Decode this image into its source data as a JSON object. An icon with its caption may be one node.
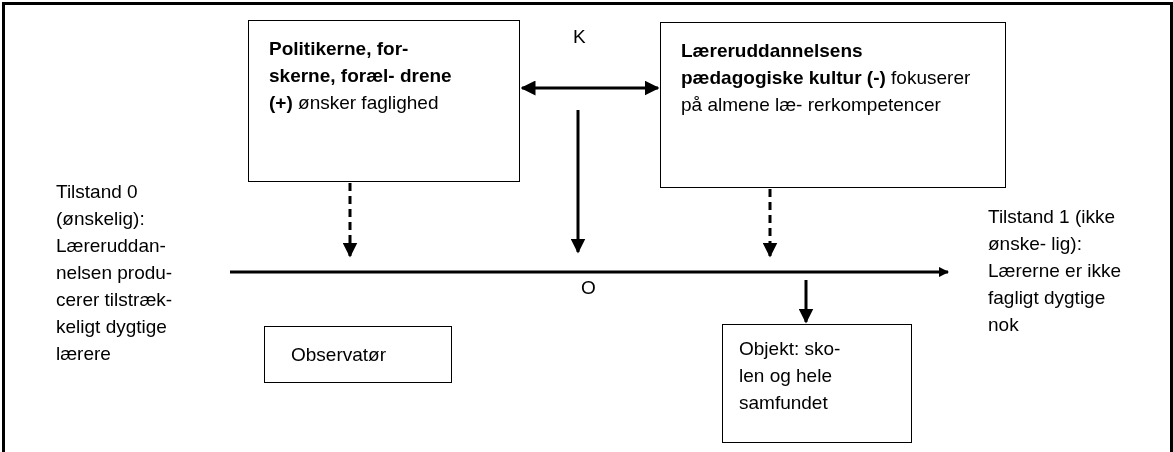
{
  "diagram": {
    "nodes": [
      {
        "text": [
          "**Politikerne, for- skerne, foræl- drene (+)** ønsker faglighed"
        ]
      },
      {
        "text": [
          "**Læreruddannelsens pædagogiske kultur (-)** fokuserer på almene læ- rerkompetencer"
        ]
      },
      {
        "text": [
          "Tilstand 0 (ønskelig): Læreruddan- nelsen produ- cerer tilstræk- keligt dygtige lærere"
        ]
      },
      {
        "text": [
          "Tilstand 1 (ikke ønske- lig): Lærerne er ikke fagligt dygtige nok"
        ]
      },
      {
        "text": [
          "Observatør"
        ]
      },
      {
        "text": [
          "Objekt: sko- len og hele samfundet"
        ]
      }
    ],
    "edges": [
      {
        "from": 0,
        "to": 1,
        "arrow": "both",
        "label": "K"
      },
      {
        "from": 2,
        "to": 3,
        "arrow": "to",
        "label": "O"
      },
      {
        "from": 0,
        "to": null,
        "arrow": "to",
        "style": "dashed"
      },
      {
        "from": 1,
        "to": null,
        "arrow": "to",
        "style": "dashed"
      },
      {
        "from": null,
        "to": 5,
        "arrow": "to"
      }
    ]
  }
}
